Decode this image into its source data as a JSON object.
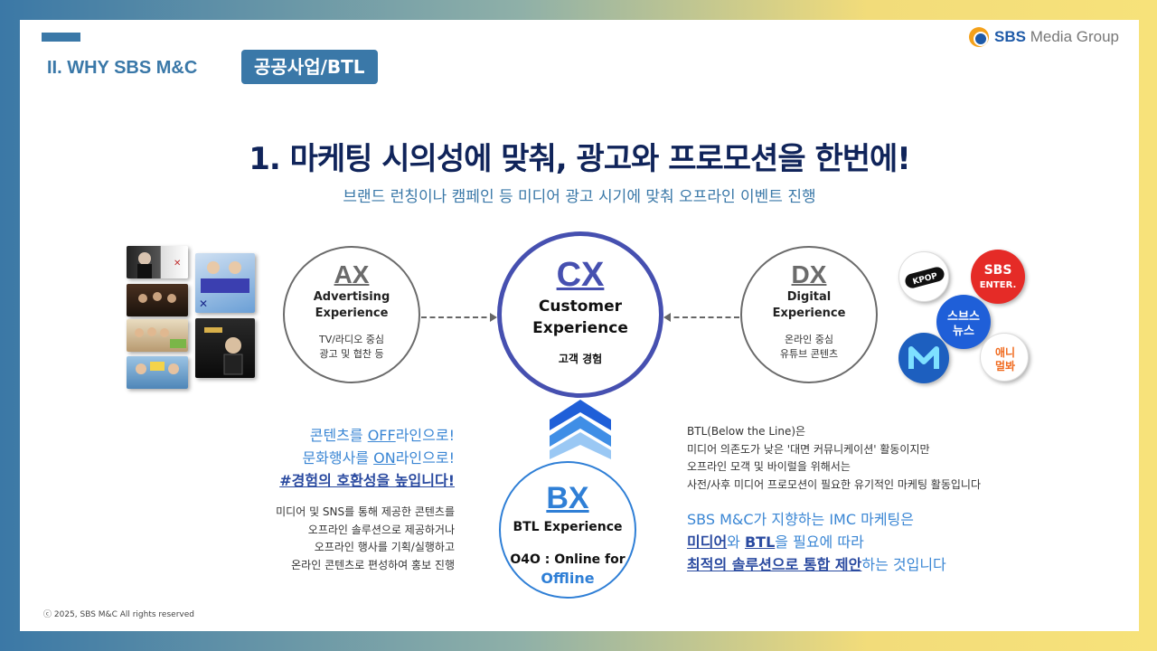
{
  "header": {
    "section_title": "II. WHY SBS M&C",
    "section_badge": "공공사업/BTL",
    "logo_brand": "SBS",
    "logo_suffix": "Media Group"
  },
  "title": {
    "main": "1. 마케팅 시의성에 맞춰, 광고와 프로모션을 한번에!",
    "sub": "브랜드 런칭이나 캠페인 등 미디어 광고 시기에 맞춰 오프라인 이벤트 진행"
  },
  "left_thumbnails": [
    {
      "name": "drama-poster-1",
      "color": "#2a2626"
    },
    {
      "name": "variety-show-poster",
      "color": "#7fa8d6"
    },
    {
      "name": "music-show-still",
      "color": "#3a2a20"
    },
    {
      "name": "family-variety-still",
      "color": "#c9b493"
    },
    {
      "name": "awards-poster",
      "color": "#151515"
    },
    {
      "name": "talk-show-still",
      "color": "#6ea0c8"
    }
  ],
  "right_logos": [
    {
      "name": "kpop-logo",
      "text": "KPOP",
      "bg": "#ffffff",
      "fg": "#222222"
    },
    {
      "name": "sbs-enter-logo",
      "text": "SBS ENTER.",
      "bg": "#e52b27",
      "fg": "#ffffff"
    },
    {
      "name": "sbs-news-logo",
      "text": "스브스 뉴스",
      "bg": "#1f5fd8",
      "fg": "#ffffff"
    },
    {
      "name": "m-logo",
      "text": "M",
      "bg": "#1d5fbf",
      "fg": "#ffffff"
    },
    {
      "name": "animal-logo",
      "text": "애니 멀봐",
      "bg": "#ffffff",
      "fg": "#f06a1e"
    }
  ],
  "circles": {
    "ax": {
      "big": "AX",
      "label_1": "Advertising",
      "label_2": "Experience",
      "desc_1": "TV/라디오 중심",
      "desc_2": "광고 및 협찬 등"
    },
    "cx": {
      "big": "CX",
      "label_1": "Customer",
      "label_2": "Experience",
      "desc": "고객 경험"
    },
    "dx": {
      "big": "DX",
      "label_1": "Digital",
      "label_2": "Experience",
      "desc_1": "온라인 중심",
      "desc_2": "유튜브 콘텐츠"
    },
    "bx": {
      "big": "BX",
      "label": "BTL Experience",
      "o2o_1": "O4O : Online for",
      "o2o_2": "Offline"
    }
  },
  "left_text": {
    "line1_a": "콘텐츠를 ",
    "line1_b": "OFF",
    "line1_c": "라인으로!",
    "line2_a": "문화행사를 ",
    "line2_b": "ON",
    "line2_c": "라인으로!",
    "line3": "#경험의 호환성을 높입니다!",
    "desc_1": "미디어 및 SNS를 통해 제공한 콘텐츠를",
    "desc_2": "오프라인 솔루션으로 제공하거나",
    "desc_3": "오프라인 행사를 기획/실행하고",
    "desc_4": "온라인 콘텐츠로 편성하여 홍보 진행"
  },
  "right_text": {
    "desc_1": "BTL(Below the Line)은",
    "desc_2": "미디어 의존도가 낮은 '대면 커뮤니케이션' 활동이지만",
    "desc_3": "오프라인 모객 및 바이럴을 위해서는",
    "desc_4": "사전/사후 미디어 프로모션이 필요한 유기적인 마케팅 활동입니다",
    "line1": "SBS M&C가 지향하는 IMC 마케팅은",
    "line2_a": "미디어",
    "line2_b": "와 ",
    "line2_c": "BTL",
    "line2_d": "을 필요에 따라",
    "line3_a": "최적의 솔루션으로 통합 제안",
    "line3_b": "하는 것입니다"
  },
  "footer": "ⓒ 2025, SBS M&C All rights reserved",
  "colors": {
    "primary": "#3a78a8",
    "navy": "#10245a",
    "cx": "#4650b0",
    "bx": "#2f7fd6",
    "link_blue": "#3a86d4"
  }
}
